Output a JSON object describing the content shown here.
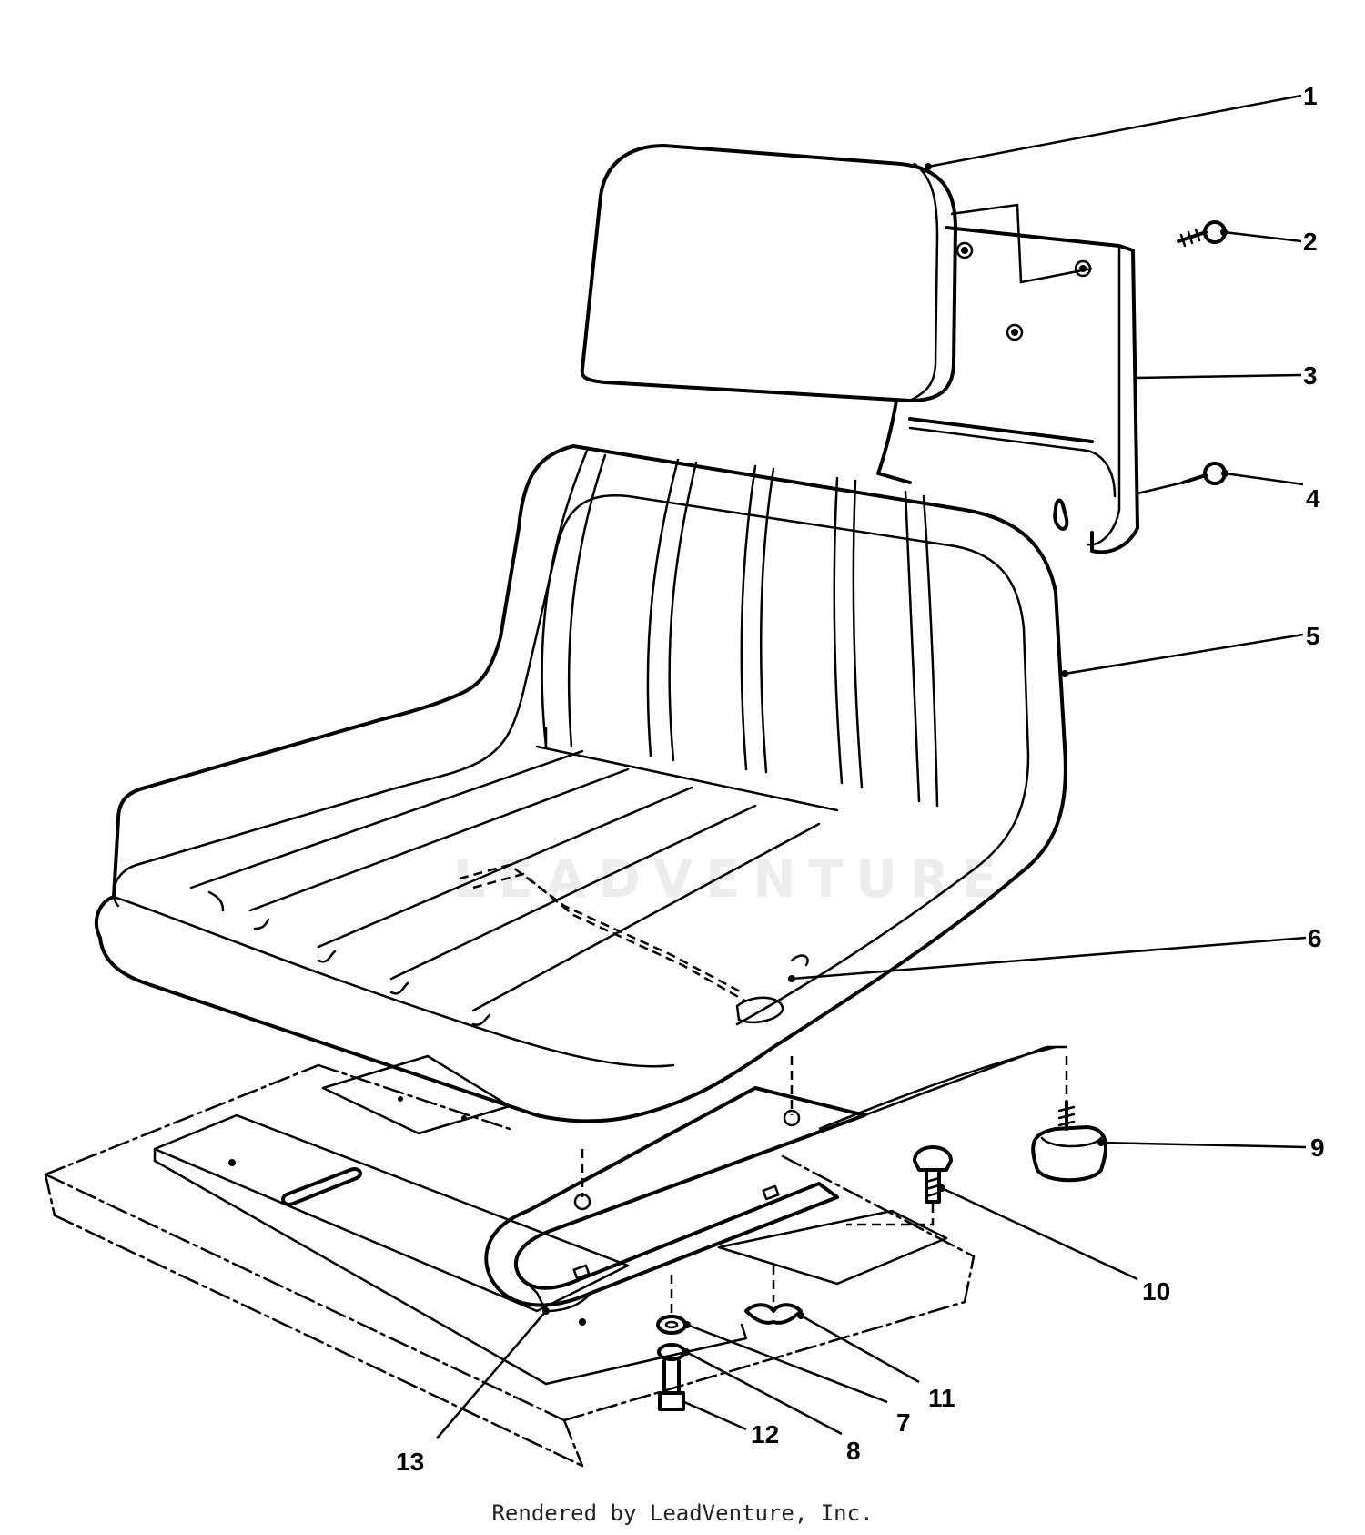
{
  "diagram": {
    "watermark": "LEADVENTURE",
    "callouts": [
      "1",
      "2",
      "3",
      "4",
      "5",
      "6",
      "7",
      "8",
      "9",
      "10",
      "11",
      "12",
      "13"
    ]
  },
  "footer": {
    "text": "Rendered by LeadVenture, Inc."
  },
  "colors": {
    "ink": "#000000",
    "background": "#ffffff",
    "watermark": "#ececec"
  }
}
